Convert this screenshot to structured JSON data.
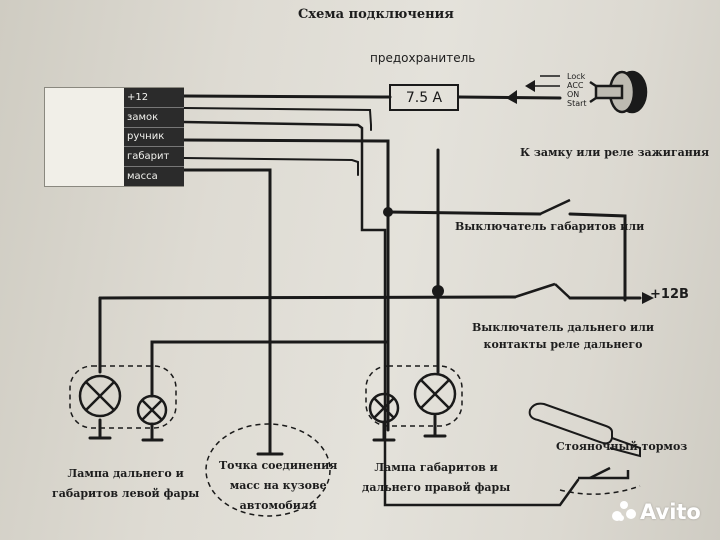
{
  "title": "Схема подключения",
  "fuse": {
    "label": "предохранитель",
    "value": "7.5 A"
  },
  "module": {
    "pins": [
      "+12",
      "замок",
      "ручник",
      "габарит",
      "масса"
    ]
  },
  "ignition": {
    "positions": [
      "Lock",
      "ACC",
      "ON",
      "Start"
    ],
    "caption": "К замку или реле зажигания"
  },
  "switches": {
    "parking_lights": "Выключатель габаритов или",
    "high_beam_line1": "Выключатель дальнего или",
    "high_beam_line2": "контакты реле дальнего"
  },
  "supply": "+12В",
  "parking_brake": "Стояночный тормоз",
  "lamps_left": {
    "line1": "Лампа дальнего и",
    "line2": "габаритов левой фары"
  },
  "lamps_right": {
    "line1": "Лампа габаритов и",
    "line2": "дальнего правой фары"
  },
  "ground_point": {
    "line1": "Точка соединения",
    "line2": "масс на кузове",
    "line3": "автомобиля"
  },
  "watermark": "Avito",
  "colors": {
    "wire": "#1a1a1a",
    "paper": "#dedbd3",
    "module_block": "#2b2b2b"
  }
}
